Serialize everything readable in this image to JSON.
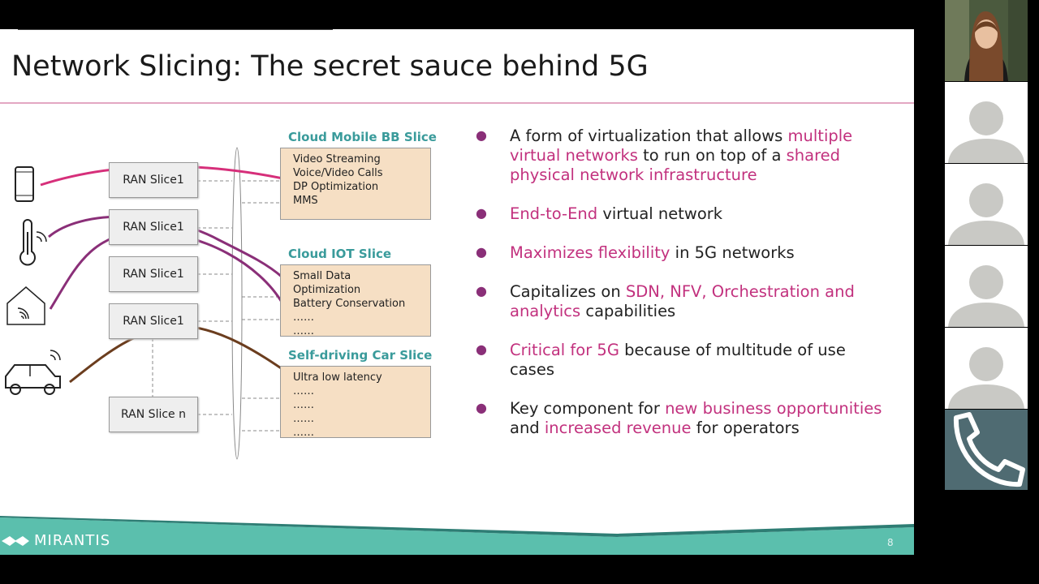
{
  "slide": {
    "title": "Network Slicing: The secret sauce behind 5G",
    "ran_slices": [
      "RAN Slice1",
      "RAN Slice1",
      "RAN Slice1",
      "RAN Slice1",
      "RAN Slice n"
    ],
    "cloud_slices": [
      {
        "title": "Cloud Mobile BB Slice",
        "items": [
          "Video Streaming",
          "Voice/Video Calls",
          "DP Optimization",
          "MMS"
        ]
      },
      {
        "title": "Cloud IOT Slice",
        "items": [
          "Small Data",
          "Optimization",
          "Battery Conservation",
          "……",
          "……"
        ]
      },
      {
        "title": "Self-driving Car Slice",
        "items": [
          "Ultra low latency",
          "……",
          "……",
          "……",
          "……"
        ]
      }
    ],
    "bullets": [
      [
        {
          "t": "A form of virtualization that allows ",
          "h": false
        },
        {
          "t": "multiple virtual networks",
          "h": true
        },
        {
          "t": " to run on top of a ",
          "h": false
        },
        {
          "t": "shared physical network infrastructure",
          "h": true
        }
      ],
      [
        {
          "t": "End-to-End",
          "h": true
        },
        {
          "t": " virtual network",
          "h": false
        }
      ],
      [
        {
          "t": "Maximizes flexibility",
          "h": true
        },
        {
          "t": " in 5G networks",
          "h": false
        }
      ],
      [
        {
          "t": "Capitalizes on ",
          "h": false
        },
        {
          "t": "SDN, NFV, Orchestration and analytics",
          "h": true
        },
        {
          "t": " capabilities",
          "h": false
        }
      ],
      [
        {
          "t": "Critical for 5G",
          "h": true
        },
        {
          "t": " because of multitude of use cases",
          "h": false
        }
      ],
      [
        {
          "t": "Key component for ",
          "h": false
        },
        {
          "t": "new business opportunities",
          "h": true
        },
        {
          "t": " and ",
          "h": false
        },
        {
          "t": "increased revenue",
          "h": true
        },
        {
          "t": " for operators",
          "h": false
        }
      ]
    ],
    "footer_brand": "MIRANTIS",
    "page_number": "8",
    "device_icons": [
      "smartphone-icon",
      "thermometer-icon",
      "smart-home-icon",
      "car-icon"
    ]
  },
  "call": {
    "participants": [
      "participant-video",
      "participant-avatar",
      "participant-avatar",
      "participant-avatar",
      "participant-avatar"
    ],
    "hangup_icon": "phone-icon"
  },
  "colors": {
    "highlight": "#c2317e",
    "teal": "#3a9b9b",
    "slice_fill": "#f6dfc4",
    "footer": "#5bbfad",
    "magenta_line": "#d62f7a",
    "purple_line": "#8a2f78",
    "brown_line": "#6b3d1e"
  }
}
